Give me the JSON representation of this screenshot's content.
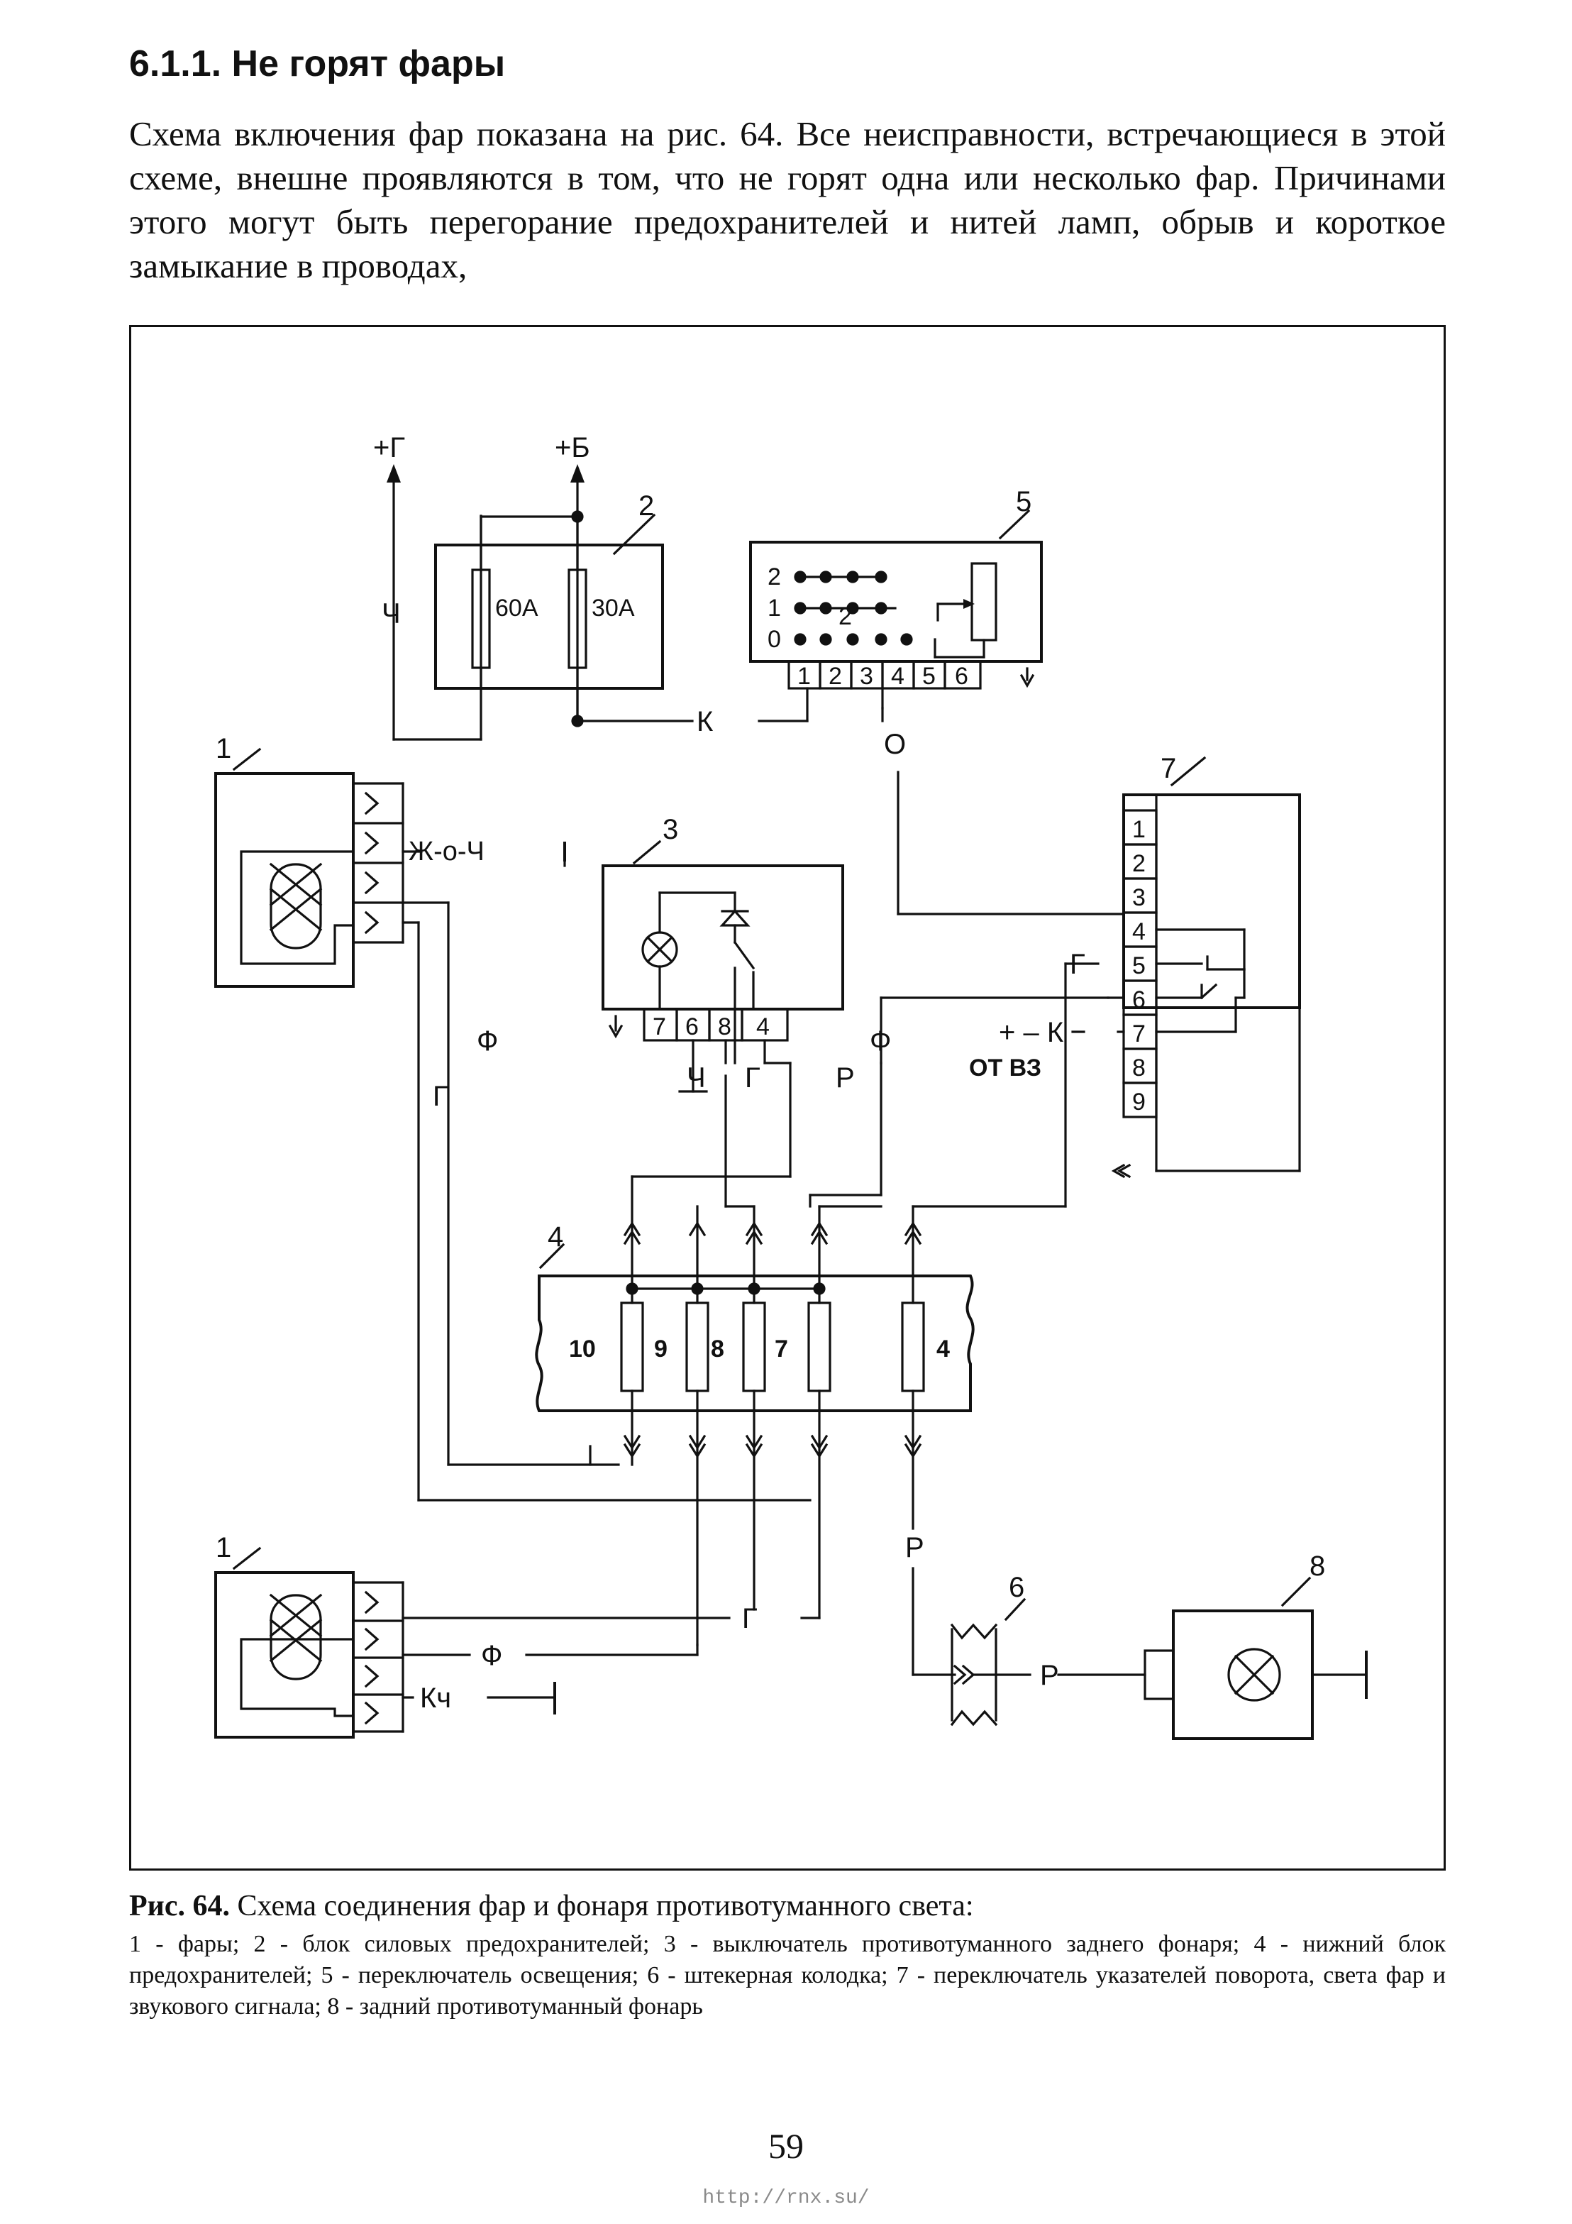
{
  "heading": "6.1.1. Не горят фары",
  "body_text": "Схема включения фар показана на рис. 64. Все неисправности, встречающиеся в этой схеме, внешне проявляются в том, что не горят одна или несколько фар. Причинами этого могут быть перегорание предохранителей и нитей ламп, обрыв и короткое замыкание в проводах,",
  "diagram": {
    "terminals": {
      "ignition": "+Г",
      "battery": "+Б"
    },
    "fuses": {
      "fuse_60a": "60А",
      "fuse_30a": "30А"
    },
    "wire_colors": {
      "ch": "Ч",
      "k": "К",
      "o": "О",
      "zh_ch": "Ж-о-Ч",
      "f": "Ф",
      "g": "Г",
      "r": "Р",
      "k_ch": "Кч",
      "plus_minus_k": "+ – К"
    },
    "switch5": {
      "positions": [
        "2",
        "1",
        "0"
      ],
      "pins": [
        "1",
        "2",
        "3",
        "4",
        "5",
        "6"
      ]
    },
    "switch3": {
      "pins": [
        "7",
        "6",
        "8",
        "4"
      ]
    },
    "switch7": {
      "pins": [
        "1",
        "2",
        "3",
        "4",
        "5",
        "6",
        "7",
        "8",
        "9"
      ],
      "ot_vz": "ОТ ВЗ"
    },
    "fuse_block4": {
      "fuses": [
        "10",
        "9",
        "8",
        "7",
        "4"
      ]
    },
    "callouts": {
      "c1_top": "1",
      "c2": "2",
      "c3": "3",
      "c4": "4",
      "c5": "5",
      "c6": "6",
      "c7": "7",
      "c8": "8",
      "c1_bottom": "1"
    }
  },
  "caption": {
    "label": "Рис. 64.",
    "title": "Схема соединения фар и фонаря противотуманного света:",
    "legend": "1 - фары; 2 - блок силовых предохранителей; 3 - выключатель противотуманного заднего фонаря; 4 - нижний блок предохранителей; 5 - переключатель освещения; 6 - штекерная колодка; 7 - переключатель указателей поворота, света фар и звукового сигнала; 8 - задний противотуманный фонарь"
  },
  "page_number": "59",
  "watermark": "http://rnx.su/"
}
